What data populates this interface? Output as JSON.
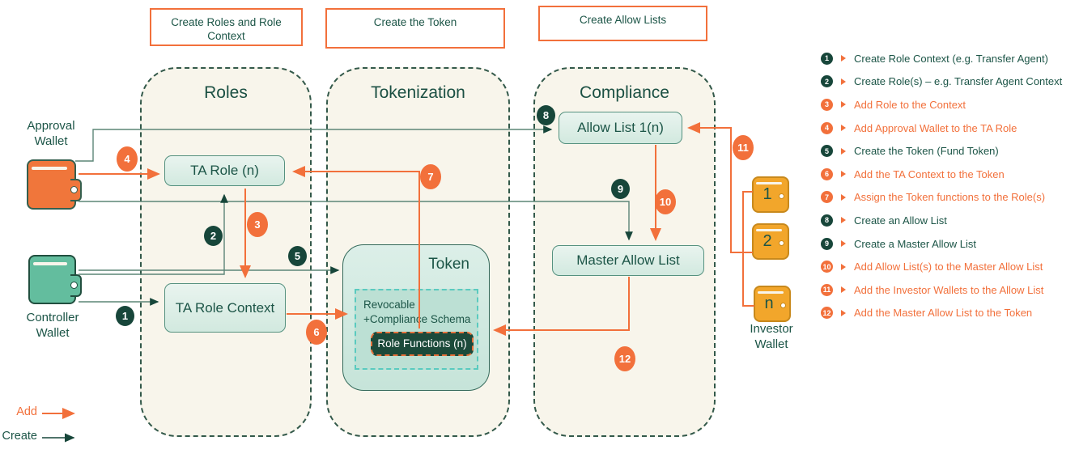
{
  "headers": [
    {
      "label": "Create Roles and Role Context"
    },
    {
      "label": "Create the Token"
    },
    {
      "label": "Create Allow Lists"
    }
  ],
  "containers": {
    "roles": {
      "title": "Roles"
    },
    "tokenization": {
      "title": "Tokenization"
    },
    "compliance": {
      "title": "Compliance"
    }
  },
  "nodes": {
    "ta_role": "TA Role (n)",
    "ta_role_context": "TA Role Context",
    "token": "Token",
    "schema_line1": "Revocable",
    "schema_line2": "+Compliance Schema",
    "role_functions": "Role Functions (n)",
    "allow_list": "Allow List 1(n)",
    "master_allow_list": "Master Allow List"
  },
  "wallets": {
    "approval": {
      "label": "Approval Wallet"
    },
    "controller": {
      "label": "Controller Wallet"
    },
    "investor": {
      "label": "Investor Wallet",
      "items": [
        "1",
        "2",
        "n"
      ]
    }
  },
  "steps": [
    {
      "num": "1",
      "type": "create",
      "label": "Create Role Context (e.g. Transfer Agent)"
    },
    {
      "num": "2",
      "type": "create",
      "label": "Create Role(s) – e.g. Transfer Agent Context"
    },
    {
      "num": "3",
      "type": "add",
      "label": "Add Role to the Context"
    },
    {
      "num": "4",
      "type": "add",
      "label": "Add Approval Wallet to the TA Role"
    },
    {
      "num": "5",
      "type": "create",
      "label": "Create the Token (Fund Token)"
    },
    {
      "num": "6",
      "type": "add",
      "label": "Add the TA Context to the Token"
    },
    {
      "num": "7",
      "type": "add",
      "label": "Assign the Token functions to the Role(s)"
    },
    {
      "num": "8",
      "type": "create",
      "label": "Create an Allow List"
    },
    {
      "num": "9",
      "type": "create",
      "label": "Create a Master Allow List"
    },
    {
      "num": "10",
      "type": "add",
      "label": "Add Allow List(s) to the Master Allow List"
    },
    {
      "num": "11",
      "type": "add",
      "label": "Add the Investor Wallets to the Allow List"
    },
    {
      "num": "12",
      "type": "add",
      "label": "Add the Master Allow List to the Token"
    }
  ],
  "arrow_legend": {
    "add": "Add",
    "create": "Create"
  },
  "colors": {
    "add_orange": "#F2703B",
    "create_dark_green": "#17463A",
    "create_line_green": "#5C8577",
    "container_bg": "#F8F5EB",
    "node_fill": "#D9EDE4",
    "dark_text": "#1C5547",
    "investor_wallet_yellow": "#F2A62B",
    "approval_wallet_orange": "#F0763B",
    "controller_wallet_teal": "#63BD9E"
  }
}
